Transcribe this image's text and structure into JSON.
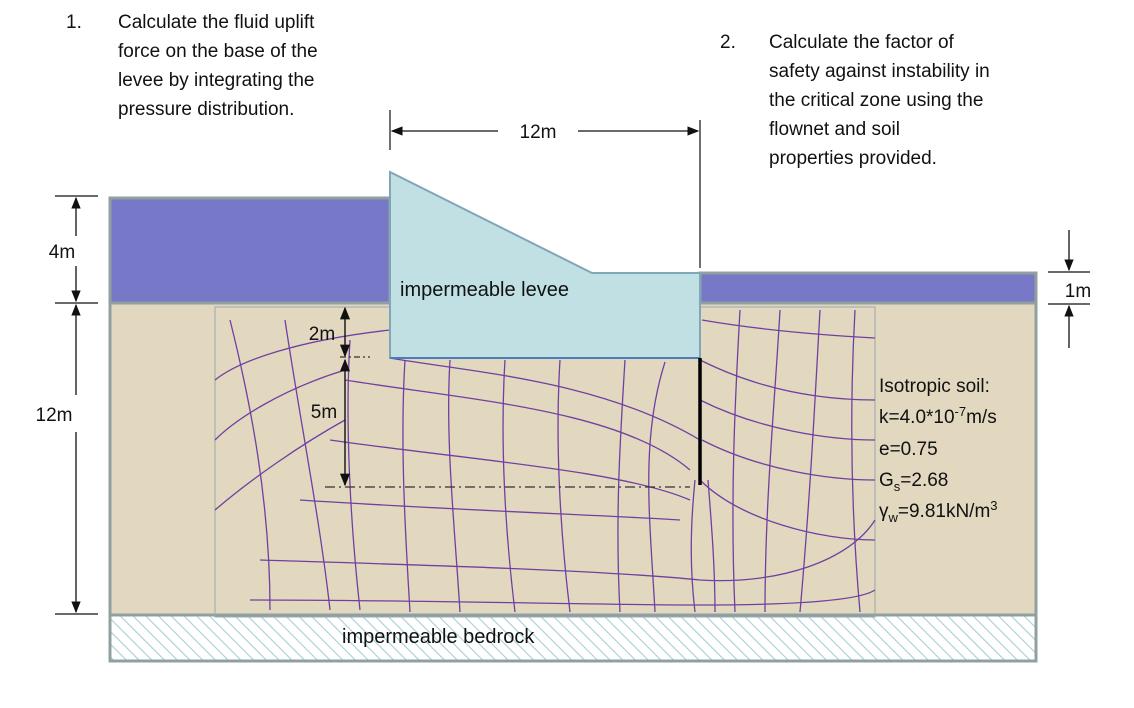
{
  "questions": [
    {
      "number": "1.",
      "text": "Calculate the fluid uplift\nforce on the base of the\nlevee by integrating the\npressure distribution."
    },
    {
      "number": "2.",
      "text": "Calculate the factor of\nsafety against instability in\nthe critical zone using the\nflownet and soil\nproperties provided."
    }
  ],
  "dimensions": {
    "width_top": "12m",
    "left_water": "4m",
    "soil_depth": "12m",
    "right_water": "1m",
    "upper_seg": "2m",
    "lower_seg": "5m"
  },
  "labels": {
    "levee": "impermeable levee",
    "bedrock": "impermeable bedrock"
  },
  "soil": {
    "title": "Isotropic soil:",
    "k_prefix": "k=4.0*10",
    "k_exp": "-7",
    "k_suffix": "m/s",
    "e": "e=0.75",
    "gs_base": "G",
    "gs_sub": "s",
    "gs_value": "=2.68",
    "gw_base": "γ",
    "gw_sub": "w",
    "gw_value": "=9.81kN/m",
    "gw_exp": "3"
  },
  "colors": {
    "water": "#7878c8",
    "levee": "#c0e0e4",
    "soil": "#e2d8c0",
    "flownet": "#7040a0",
    "outline": "#90a0a0",
    "bedrock_hatch": "#a8cfd6"
  }
}
